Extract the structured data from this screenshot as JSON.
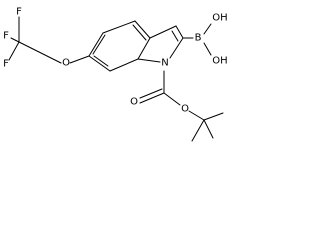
{
  "molecule": {
    "atoms": {
      "f1": "F",
      "f2": "F",
      "f3": "F",
      "o_ether": "O",
      "n_indole": "N",
      "boron": "B",
      "o_boronic_1": "OH",
      "o_boronic_2": "OH",
      "o_carbonyl": "O",
      "o_ester": "O"
    }
  }
}
